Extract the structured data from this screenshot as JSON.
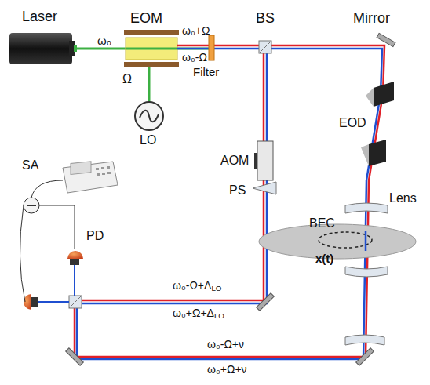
{
  "diagram": {
    "labels": [
      "Laser",
      "EOM",
      "ω₀",
      "ω₀+Ω",
      "ω₀-Ω",
      "Ω",
      "LO",
      "Filter",
      "BS",
      "Mirror",
      "EOD",
      "AOM",
      "PS",
      "SA",
      "PD",
      "Lens",
      "BEC",
      "x(t)",
      "ω₀-Ω+ΔLO",
      "ω₀+Ω+ΔLO",
      "ω₀-Ω+ν",
      "ω₀+Ω+ν"
    ]
  }
}
